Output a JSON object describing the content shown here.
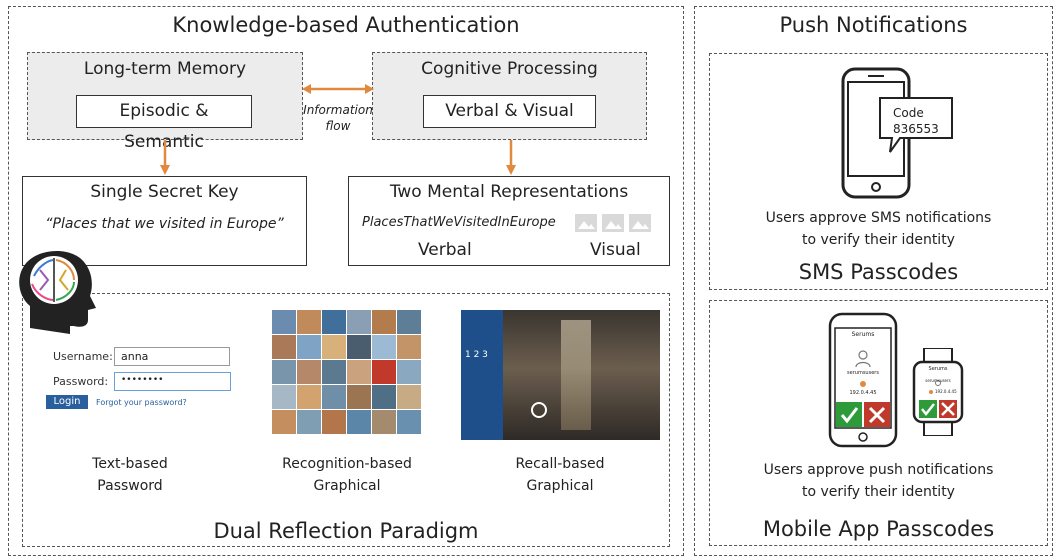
{
  "left_panel": {
    "title": "Knowledge-based Authentication",
    "ltm": {
      "title": "Long-term Memory",
      "inner": "Episodic & Semantic"
    },
    "cog": {
      "title": "Cognitive Processing",
      "inner": "Verbal & Visual"
    },
    "flow": {
      "line1": "Information",
      "line2": "flow"
    },
    "secret": {
      "title": "Single Secret Key",
      "text": "“Places that we visited in Europe”"
    },
    "mental": {
      "title": "Two Mental Representations",
      "text": "PlacesThatWeVisitedInEurope",
      "verbal": "Verbal",
      "visual": "Visual"
    },
    "login": {
      "username_label": "Username:",
      "username_value": "anna",
      "password_label": "Password:",
      "password_value": "••••••••",
      "button": "Login",
      "forgot": "Forgot your password?"
    },
    "recall_numbers": "1 2 3",
    "captions": {
      "text_l1": "Text-based",
      "text_l2": "Password",
      "recog_l1": "Recognition-based",
      "recog_l2": "Graphical",
      "recall_l1": "Recall-based",
      "recall_l2": "Graphical"
    },
    "paradigm": "Dual Reflection Paradigm"
  },
  "right_panel": {
    "title": "Push Notifications",
    "sms": {
      "code_label": "Code",
      "code_value": "836553",
      "line1": "Users approve SMS notifications",
      "line2": "to verify their identity",
      "title": "SMS Passcodes"
    },
    "app": {
      "phone_title": "Serums",
      "phone_user": "serumsusers",
      "phone_ip": "192.0.4.45",
      "watch_title": "Serums",
      "watch_user": "serumsusers",
      "watch_ip": "192.0.4.45",
      "line1": "Users approve push notifications",
      "line2": "to verify their identity",
      "title": "Mobile App Passcodes"
    }
  },
  "colors": {
    "arrow": "#e0893f",
    "approve": "#2e9b3a",
    "deny": "#c0392b",
    "button": "#2a5f9e"
  }
}
